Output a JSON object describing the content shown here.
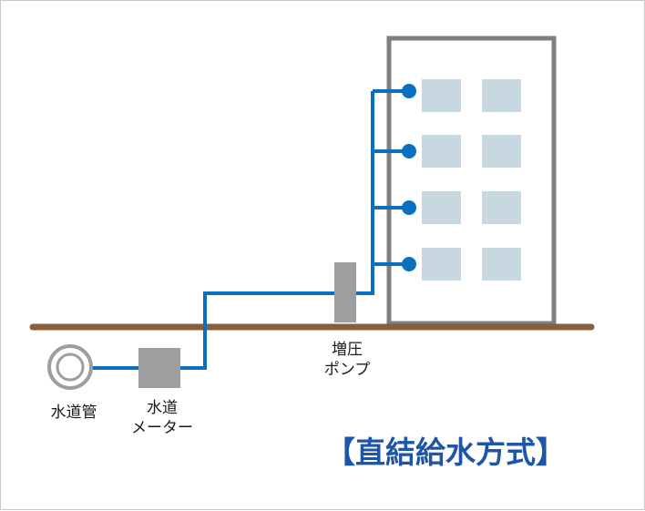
{
  "colors": {
    "pipe": "#0a6fbd",
    "ground": "#8a5e3c",
    "building_outline": "#7f7f7f",
    "window": "#c8d8e0",
    "device": "#9e9e9e",
    "title": "#1f55a6"
  },
  "labels": {
    "water_main": "水道管",
    "meter_line1": "水道",
    "meter_line2": "メーター",
    "pump_line1": "増圧",
    "pump_line2": "ポンプ"
  },
  "title": "【直結給水方式】"
}
